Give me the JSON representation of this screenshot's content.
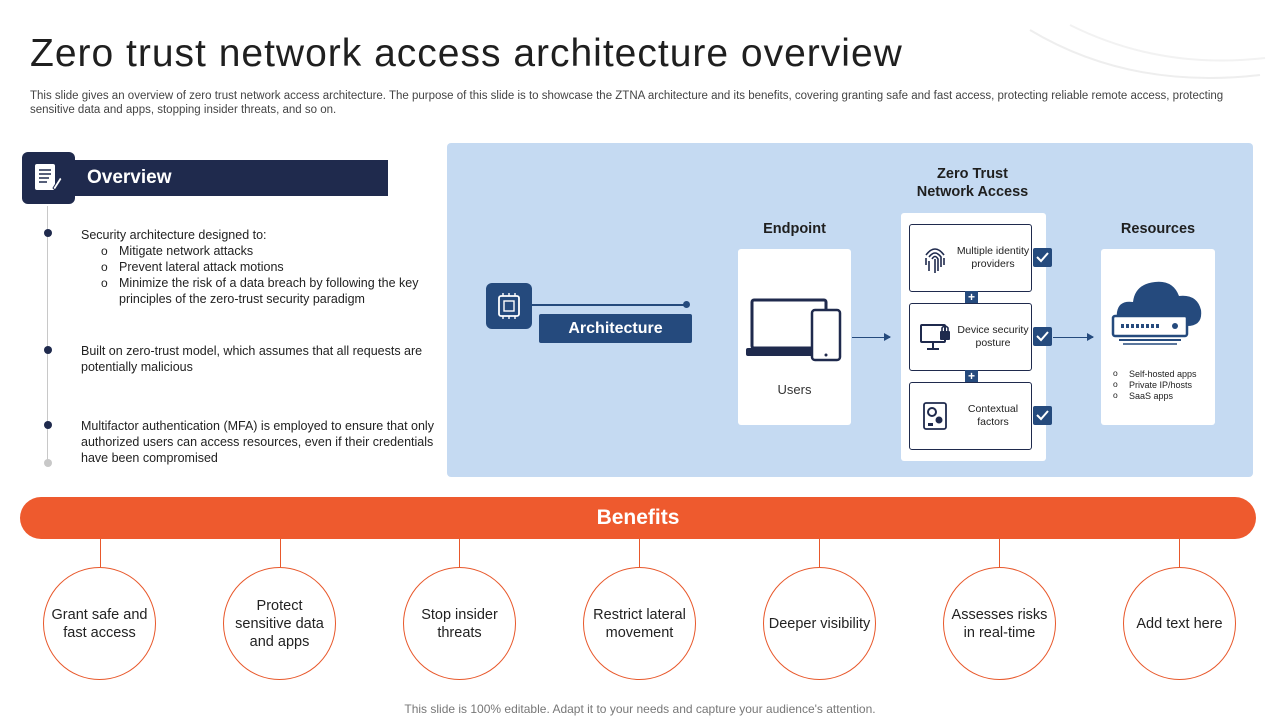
{
  "title": "Zero trust network access architecture overview",
  "subtitle": "This slide gives an overview of zero trust network access architecture. The purpose of this slide is to showcase the ZTNA architecture and its benefits, covering granting safe and fast access, protecting reliable remote access, protecting sensitive data and apps, stopping insider threats, and so on.",
  "overview": {
    "heading": "Overview",
    "intro": "Security architecture designed to:",
    "sub_items": [
      "Mitigate network attacks",
      "Prevent  lateral attack motions",
      "Minimize the risk of a data breach by following the key principles of the zero-trust security paradigm"
    ],
    "points": [
      "Built on zero-trust model, which assumes that all requests are potentially malicious",
      "Multifactor authentication (MFA) is employed to ensure that only authorized users can access resources, even  if their credentials have been compromised"
    ]
  },
  "architecture": {
    "label": "Architecture",
    "endpoint_title": "Endpoint",
    "users_label": "Users",
    "ztna_title": "Zero Trust\nNetwork Access",
    "ztna_items": [
      {
        "label": "Multiple identity providers",
        "icon": "fingerprint-icon"
      },
      {
        "label": "Device security posture",
        "icon": "device-lock-icon"
      },
      {
        "label": "Contextual factors",
        "icon": "gears-icon"
      }
    ],
    "resources_title": "Resources",
    "resources_items": [
      "Self-hosted apps",
      "Private IP/hosts",
      "SaaS apps"
    ]
  },
  "benefits": {
    "heading": "Benefits",
    "items": [
      "Grant safe and fast access",
      "Protect sensitive data and apps",
      "Stop insider threats",
      "Restrict lateral movement",
      "Deeper visibility",
      "Assesses risks in real-time",
      "Add text here"
    ]
  },
  "footer": "This slide is 100% editable. Adapt it to your needs and capture your audience's attention.",
  "colors": {
    "navy": "#1f2a4d",
    "blue": "#254a7d",
    "panel": "#c5daf2",
    "orange": "#ee5a2e"
  }
}
